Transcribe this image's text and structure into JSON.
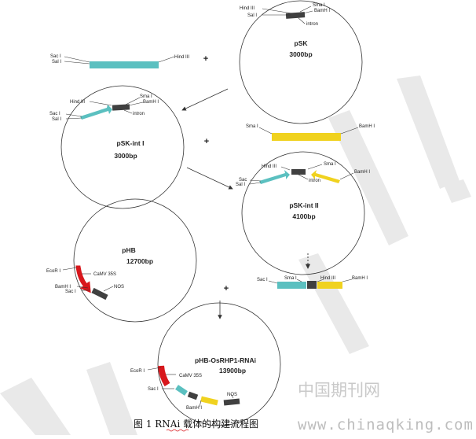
{
  "labels": {
    "hindIII": "Hind III",
    "salI": "Sal I",
    "sacI": "Sac I",
    "sac": "Sac",
    "smaI": "Sma I",
    "bamHI": "BamH I",
    "intron": "intron",
    "ecoRI": "EcoR I",
    "camv35s": "CaMV 35S",
    "nos": "NOS"
  },
  "plasmids": {
    "psk": {
      "name": "pSK",
      "size": "3000bp"
    },
    "pskint1": {
      "name": "pSK-int I",
      "size": "3000bp"
    },
    "pskint2": {
      "name": "pSK-int II",
      "size": "4100bp"
    },
    "phb": {
      "name": "pHB",
      "size": "12700bp"
    },
    "final": {
      "name": "pHB-OsRHP1-RNAi",
      "size": "13900bp"
    }
  },
  "plus": "+",
  "caption": "图 1 RNAi 载体的构建流程图",
  "watermark": {
    "cn": "中国期刊网",
    "url": "www.chinaqking.com"
  },
  "colors": {
    "cyan": "#5bc0c0",
    "yellow": "#f0d21f",
    "red": "#d8171c",
    "dark": "#404040",
    "watermark": "#e6e6e6"
  }
}
